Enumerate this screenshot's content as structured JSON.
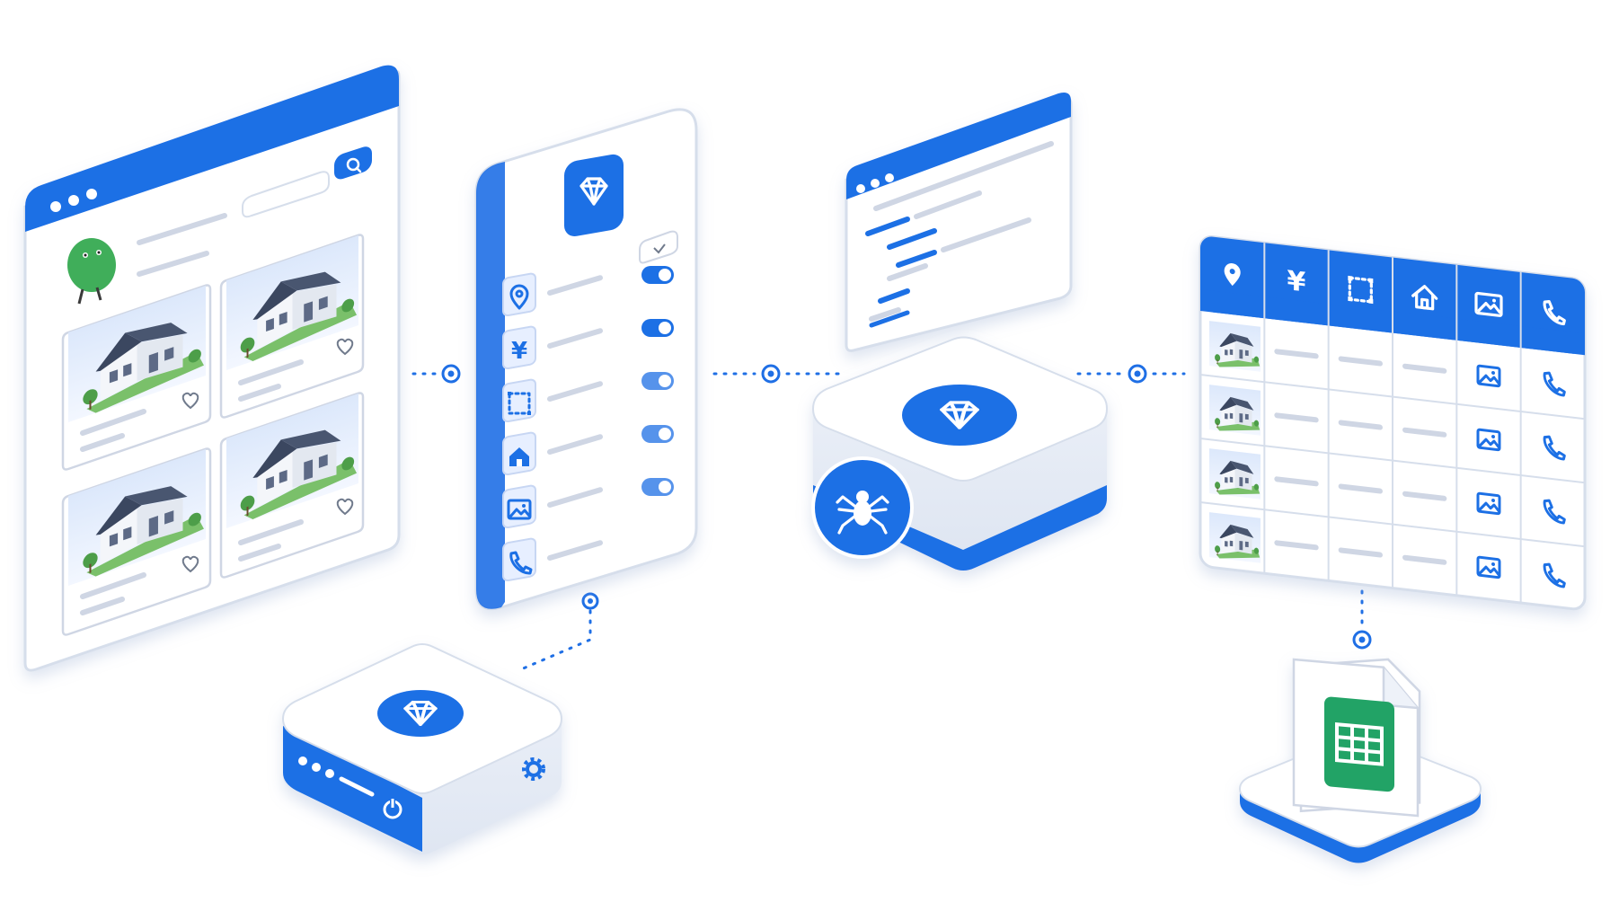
{
  "colors": {
    "brand_blue": "#1f6fe5",
    "light_blue": "#e7efff",
    "panel_white": "#ffffff",
    "panel_edge": "#d6deeb",
    "skeleton": "#cfd6e4",
    "sheet_green": "#21a366"
  },
  "browser_panel": {
    "window_dots": 3,
    "icons": [
      "search-icon",
      "mascot-avatar",
      "house-image",
      "heart-icon"
    ],
    "listing_cards": 4
  },
  "filter_panel": {
    "logo": "gem-logo-icon",
    "rows": [
      {
        "icon": "location-pin-icon",
        "toggle_on": true
      },
      {
        "icon": "yen-icon",
        "toggle_on": true
      },
      {
        "icon": "selection-frame-icon",
        "toggle_on": true
      },
      {
        "icon": "house-icon",
        "toggle_on": true
      },
      {
        "icon": "image-icon",
        "toggle_on": true
      },
      {
        "icon": "phone-icon",
        "toggle_on": null
      }
    ]
  },
  "glyphs": {
    "yen": "¥"
  },
  "code_panel": {
    "window_dots": 3
  },
  "crawler_box": {
    "icons": [
      "gem-logo-icon",
      "spider-icon"
    ]
  },
  "server_box": {
    "icons": [
      "gem-logo-icon",
      "gear-icon",
      "power-icon"
    ]
  },
  "data_table": {
    "header_icons": [
      "location-pin-icon",
      "yen-icon",
      "selection-frame-icon",
      "house-icon",
      "image-icon",
      "phone-icon"
    ],
    "rows": 4
  },
  "spreadsheet_export": {
    "icon": "google-sheets-icon"
  }
}
